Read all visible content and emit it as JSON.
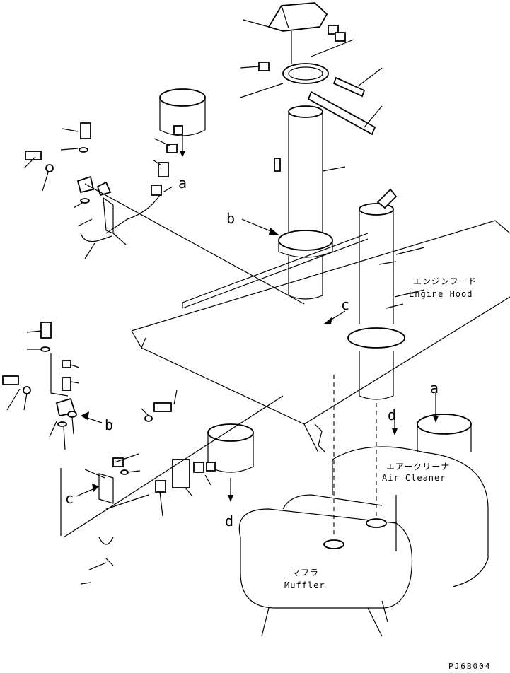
{
  "labels": {
    "a_top": "a",
    "b_top": "b",
    "c_top": "c",
    "a_right": "a",
    "d_right": "d",
    "b_left": "b",
    "c_left": "c",
    "d_left": "d"
  },
  "parts": {
    "engine_hood_jp": "エンジンフード",
    "engine_hood_en": "Engine Hood",
    "air_cleaner_jp": "エアークリーナ",
    "air_cleaner_en": "Air Cleaner",
    "muffler_jp": "マフラ",
    "muffler_en": "Muffler"
  },
  "drawing_code": "PJ6B004",
  "colors": {
    "ink": "#000000",
    "paper": "#ffffff"
  }
}
